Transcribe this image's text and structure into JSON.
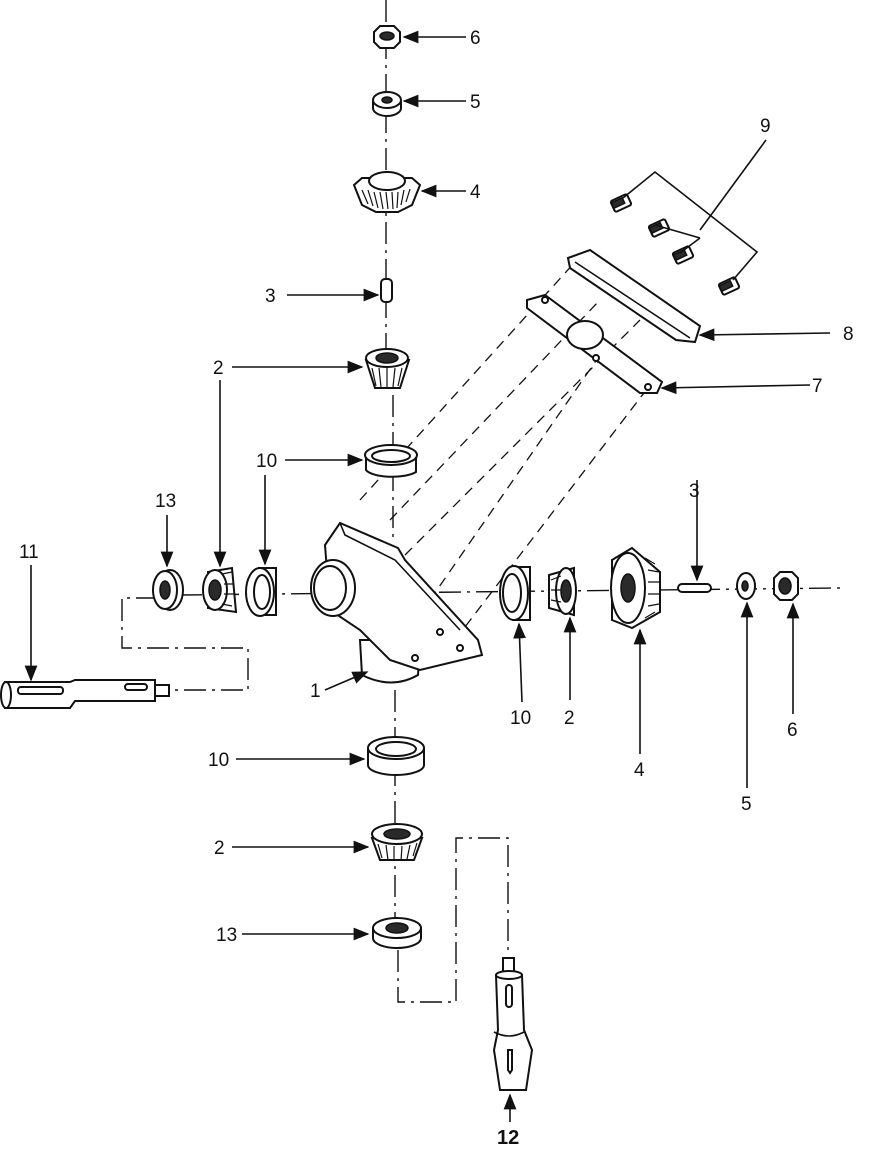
{
  "labels": {
    "top_nut": "6",
    "top_washer": "5",
    "top_gear": "4",
    "top_pin": "3",
    "top_bearing": "2",
    "top_cup": "10",
    "bolts": "9",
    "cover": "8",
    "gasket": "7",
    "left_seal": "13",
    "left_bearing": "2",
    "left_cup": "10",
    "input_shaft": "11",
    "housing": "1",
    "right_cup": "10",
    "right_bearing": "2",
    "right_gear": "4",
    "right_pin": "3",
    "right_washer": "5",
    "right_nut": "6",
    "bottom_cup": "10",
    "bottom_bearing": "2",
    "bottom_seal": "13",
    "output_shaft": "12"
  }
}
